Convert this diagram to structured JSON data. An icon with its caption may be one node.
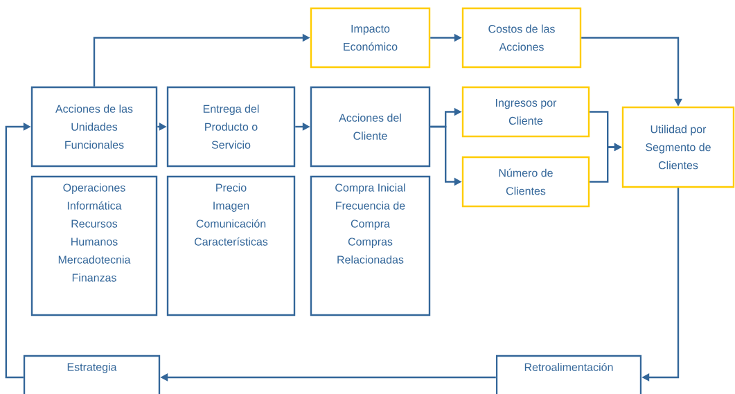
{
  "diagram": {
    "nodes": [
      {
        "text": [
          "Acciones de las Unidades Funcionales"
        ]
      },
      {
        "text": [
          "Entrega del Producto o Servicio"
        ]
      },
      {
        "text": [
          "Acciones del Cliente"
        ]
      },
      {
        "text": [
          "Impacto Económico"
        ]
      },
      {
        "text": [
          "Costos de las Acciones"
        ]
      },
      {
        "text": [
          "Ingresos por Cliente"
        ]
      },
      {
        "text": [
          "Número de Clientes"
        ]
      },
      {
        "text": [
          "Utilidad por Segmento de Clientes"
        ]
      },
      {
        "text": [
          "Operaciones",
          "Informática",
          "Recursos Humanos",
          "Mercadotecnia",
          "Finanzas"
        ]
      },
      {
        "text": [
          "Precio",
          "Imagen",
          "Comunicación",
          "Características"
        ]
      },
      {
        "text": [
          "Compra Inicial",
          "Frecuencia de Compra",
          "Compras Relacionadas"
        ]
      },
      {
        "text": [
          "Estrategia"
        ]
      },
      {
        "text": [
          "Retroalimentación"
        ]
      }
    ],
    "edges": [
      {
        "from": 0,
        "to": 1,
        "arrow": "to"
      },
      {
        "from": 1,
        "to": 2,
        "arrow": "to"
      },
      {
        "from": 0,
        "to": 3,
        "arrow": "to"
      },
      {
        "from": 3,
        "to": 4,
        "arrow": "to"
      },
      {
        "from": 4,
        "to": 7,
        "arrow": "to"
      },
      {
        "from": 2,
        "to": 5,
        "arrow": "to"
      },
      {
        "from": 2,
        "to": 6,
        "arrow": "to"
      },
      {
        "from": 5,
        "to": 7,
        "arrow": "to"
      },
      {
        "from": 6,
        "to": 7,
        "arrow": "to"
      },
      {
        "from": 7,
        "to": 12,
        "arrow": "to"
      },
      {
        "from": 12,
        "to": 11,
        "arrow": "to"
      },
      {
        "from": 11,
        "to": 0,
        "arrow": "to"
      }
    ]
  }
}
